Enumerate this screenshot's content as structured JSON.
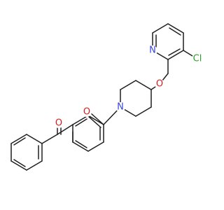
{
  "molecule": {
    "atom_labels": {
      "n_pyridine": "N",
      "cl": "Cl",
      "o_ether": "O",
      "o_ketone_upper": "O",
      "n_piperidine": "N",
      "o_ketone_lower": "O"
    },
    "colors": {
      "bond": "#1f1f1f",
      "nitrogen": "#3b46d6",
      "oxygen": "#d62020",
      "chlorine": "#2e9e2e"
    }
  }
}
